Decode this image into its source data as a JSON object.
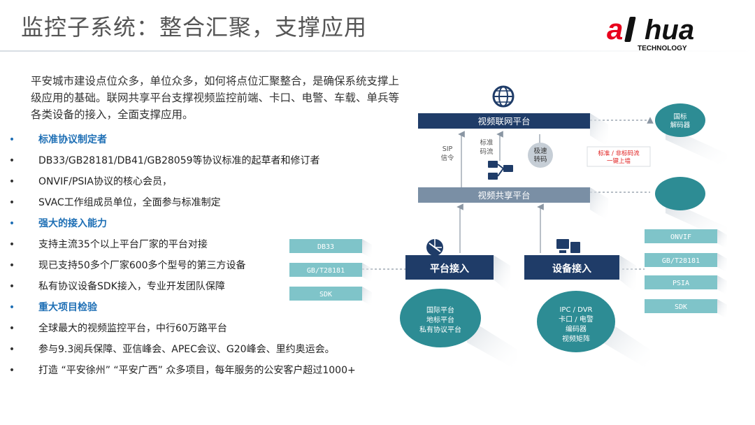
{
  "title": "监控子系统：整合汇聚，支撑应用",
  "logo": {
    "wordmark": "alhua",
    "sub": "TECHNOLOGY"
  },
  "intro": "平安城市建设点位众多，单位众多，如何将点位汇聚整合，是确保系统支撑上级应用的基础。联网共享平台支撑视频监控前端、卡口、电警、车载、单兵等各类设备的接入，全面支撑应用。",
  "bullets": [
    {
      "marker": "•",
      "text": "标准协议制定者",
      "heading": true
    },
    {
      "marker": "•",
      "text": "DB33/GB28181/DB41/GB28059等协议标准的起草者和修订者",
      "heading": false
    },
    {
      "marker": "•",
      "text": "ONVIF/PSIA协议的核心会员，",
      "heading": false
    },
    {
      "marker": "•",
      "text": "SVAC工作组成员单位，全面参与标准制定",
      "heading": false
    },
    {
      "marker": "•",
      "text": "强大的接入能力",
      "heading": true
    },
    {
      "marker": "•",
      "text": "支持主流35个以上平台厂家的平台对接",
      "heading": false
    },
    {
      "marker": "•",
      "text": "现已支持50多个厂家600多个型号的第三方设备",
      "heading": false
    },
    {
      "marker": "•",
      "text": "私有协议设备SDK接入，专业开发团队保障",
      "heading": false
    },
    {
      "marker": "•",
      "text": "重大项目检验",
      "heading": true
    },
    {
      "marker": "•",
      "text": "全球最大的视频监控平台，中行60万路平台",
      "heading": false
    },
    {
      "marker": "•",
      "text": "参与9.3阅兵保障、亚信峰会、APEC会议、G20峰会、里约奥运会。",
      "heading": false
    },
    {
      "marker": "•",
      "text": "打造 “平安徐州” “平安广西” 众多项目，每年服务的公安客户超过1000+",
      "heading": false
    }
  ],
  "diagram": {
    "network_platform": "视频联网平台",
    "sharing_platform": "视频共享平台",
    "sip_signal": [
      "SIP",
      "信令"
    ],
    "std_stream": [
      "标准",
      "码流"
    ],
    "fast_transcode": [
      "极速",
      "转码"
    ],
    "note": [
      "标准 / 非标码流",
      "一键上墙"
    ],
    "decoder": [
      "国标",
      "解码器"
    ],
    "platform_access": "平台接入",
    "device_access": "设备接入",
    "left_protocols": [
      "DB33",
      "GB/T28181",
      "SDK"
    ],
    "right_protocols": [
      "ONVIF",
      "GB/T28181",
      "PSIA",
      "SDK"
    ],
    "platform_types": [
      "国际平台",
      "地标平台",
      "私有协议平台"
    ],
    "device_types": [
      "IPC / DVR",
      "卡口 / 电警",
      "编码器",
      "视频矩阵"
    ]
  },
  "colors": {
    "navy": "#1f3c68",
    "teal": "#2d8c94",
    "heading_blue": "#1e6fb5",
    "brand_red": "#e8001c"
  }
}
